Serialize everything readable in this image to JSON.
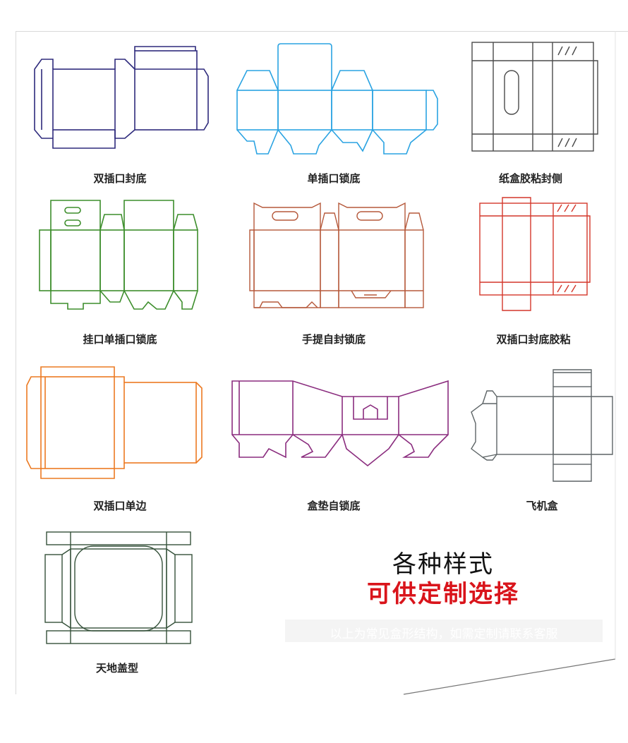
{
  "items": [
    {
      "label": "双插口封底",
      "color": "#2e2a7c"
    },
    {
      "label": "单插口锁底",
      "color": "#2aa3e2"
    },
    {
      "label": "纸盒胶粘封侧",
      "color": "#4a4a4a"
    },
    {
      "label": "挂口单插口锁底",
      "color": "#3d8e2c"
    },
    {
      "label": "手提自封锁底",
      "color": "#b5583a"
    },
    {
      "label": "双插口封底胶粘",
      "color": "#d4372a"
    },
    {
      "label": "双插口单边",
      "color": "#ec7a22"
    },
    {
      "label": "盒垫自锁底",
      "color": "#8a2c7e"
    },
    {
      "label": "飞机盒",
      "color": "#5d6466"
    },
    {
      "label": "天地盖型",
      "color": "#35513a"
    }
  ],
  "promo": {
    "headline": "各种样式",
    "subline": "可供定制选择",
    "note": "以上为常见盒形结构，如需定制请联系客服"
  }
}
